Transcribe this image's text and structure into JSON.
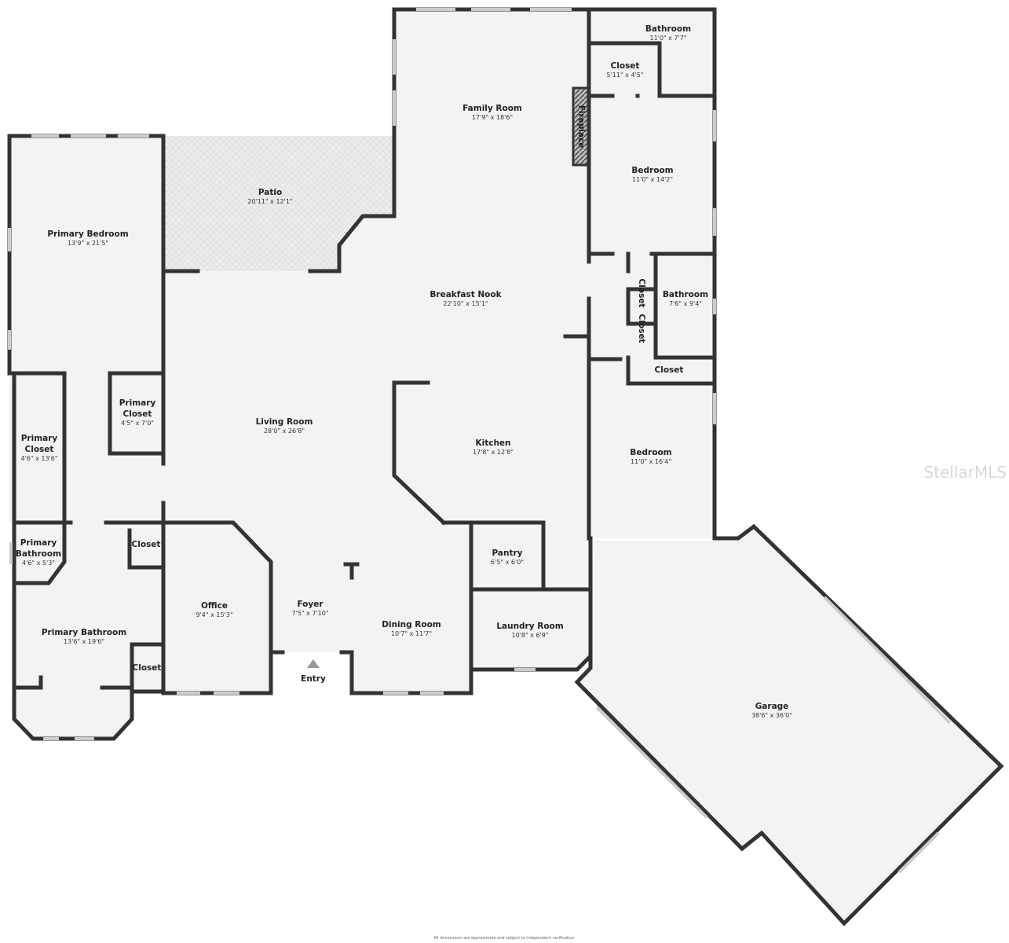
{
  "rooms": [
    {
      "name": "Bathroom",
      "dims": "11'0\" x 7'7\""
    },
    {
      "name": "Closet",
      "dims": "5'11\" x 4'5\""
    },
    {
      "name": "Family Room",
      "dims": "17'9\" x 18'6\""
    },
    {
      "name": "Fireplace",
      "dims": ""
    },
    {
      "name": "Bedroom",
      "dims": "11'0\" x 14'2\""
    },
    {
      "name": "Patio",
      "dims": "20'11\" x 12'1\""
    },
    {
      "name": "Primary Bedroom",
      "dims": "13'9\" x 21'5\""
    },
    {
      "name": "Breakfast Nook",
      "dims": "22'10\" x 15'1\""
    },
    {
      "name": "Bathroom",
      "dims": "7'6\" x 9'4\""
    },
    {
      "name": "Closet",
      "dims": ""
    },
    {
      "name": "Closet",
      "dims": ""
    },
    {
      "name": "Closet",
      "dims": ""
    },
    {
      "name": "Primary Closet",
      "dims": "4'5\" x 7'0\"",
      "line1": "Primary",
      "line2": "Closet"
    },
    {
      "name": "Living Room",
      "dims": "28'0\" x 26'8\""
    },
    {
      "name": "Kitchen",
      "dims": "17'8\" x 12'8\""
    },
    {
      "name": "Bedroom",
      "dims": "11'0\" x 16'4\""
    },
    {
      "name": "Primary Closet",
      "dims": "4'6\" x 13'6\"",
      "line1": "Primary",
      "line2": "Closet"
    },
    {
      "name": "Primary Bathroom",
      "dims": "4'6\" x 5'3\"",
      "line1": "Primary",
      "line2": "Bathroom"
    },
    {
      "name": "Closet",
      "dims": ""
    },
    {
      "name": "Pantry",
      "dims": "6'5\" x 6'0\""
    },
    {
      "name": "Office",
      "dims": "9'4\" x 15'3\""
    },
    {
      "name": "Foyer",
      "dims": "7'5\" x 7'10\""
    },
    {
      "name": "Dining Room",
      "dims": "10'7\" x 11'7\""
    },
    {
      "name": "Laundry Room",
      "dims": "10'8\" x 6'9\""
    },
    {
      "name": "Primary Bathroom",
      "dims": "13'6\" x 19'6\""
    },
    {
      "name": "Closet",
      "dims": ""
    },
    {
      "name": "Entry",
      "dims": ""
    },
    {
      "name": "Garage",
      "dims": "38'6\" x 36'0\""
    }
  ],
  "watermark": "StellarMLS",
  "disclaimer": "All dimensions are approximate and subject to independent verification",
  "colors": {
    "floor": "#f3f3f3",
    "wall": "#333333",
    "patio": "#e9e9e9"
  }
}
